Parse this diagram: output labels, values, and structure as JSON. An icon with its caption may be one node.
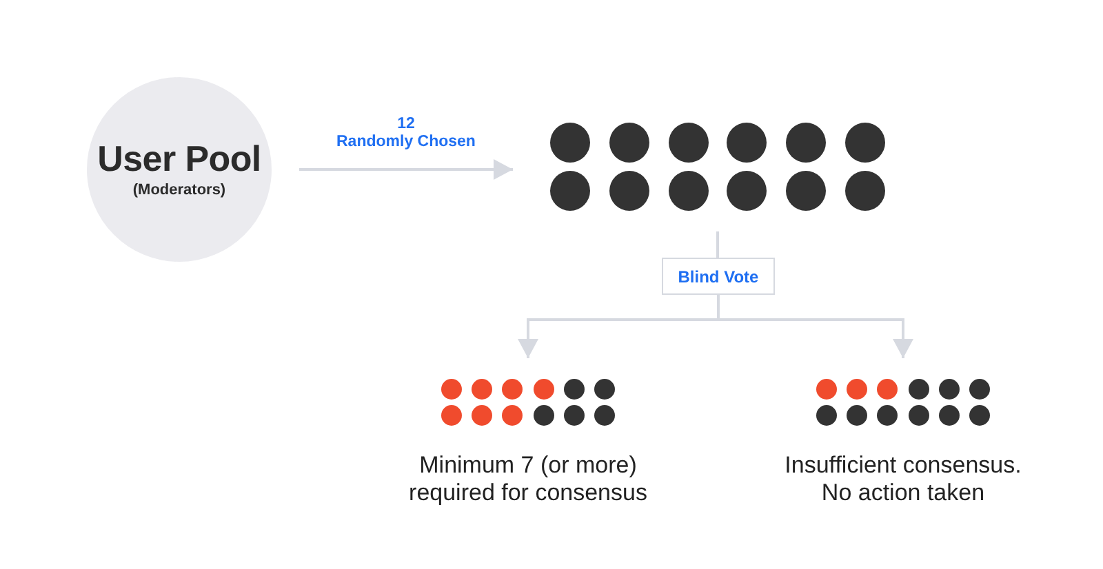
{
  "diagram": {
    "nodes": [
      {
        "text": [
          "User Pool",
          "(Moderators)"
        ]
      },
      {
        "text": [],
        "shape": "picture"
      },
      {
        "text": [
          "Blind Vote"
        ]
      },
      {
        "text": [],
        "shape": "picture",
        "beside": [
          "Minimum 7 (or more) required for consensus"
        ]
      },
      {
        "text": [],
        "shape": "picture",
        "beside": [
          "Insufficient consensus. No action taken"
        ]
      }
    ],
    "edges": [
      {
        "from": 0,
        "to": 1,
        "arrow": "to",
        "label": "12 Randomly Chosen"
      },
      {
        "from": 1,
        "to": 2,
        "arrow": "none"
      },
      {
        "from": 2,
        "to": 3,
        "arrow": "to"
      },
      {
        "from": 2,
        "to": 4,
        "arrow": "to"
      }
    ]
  }
}
